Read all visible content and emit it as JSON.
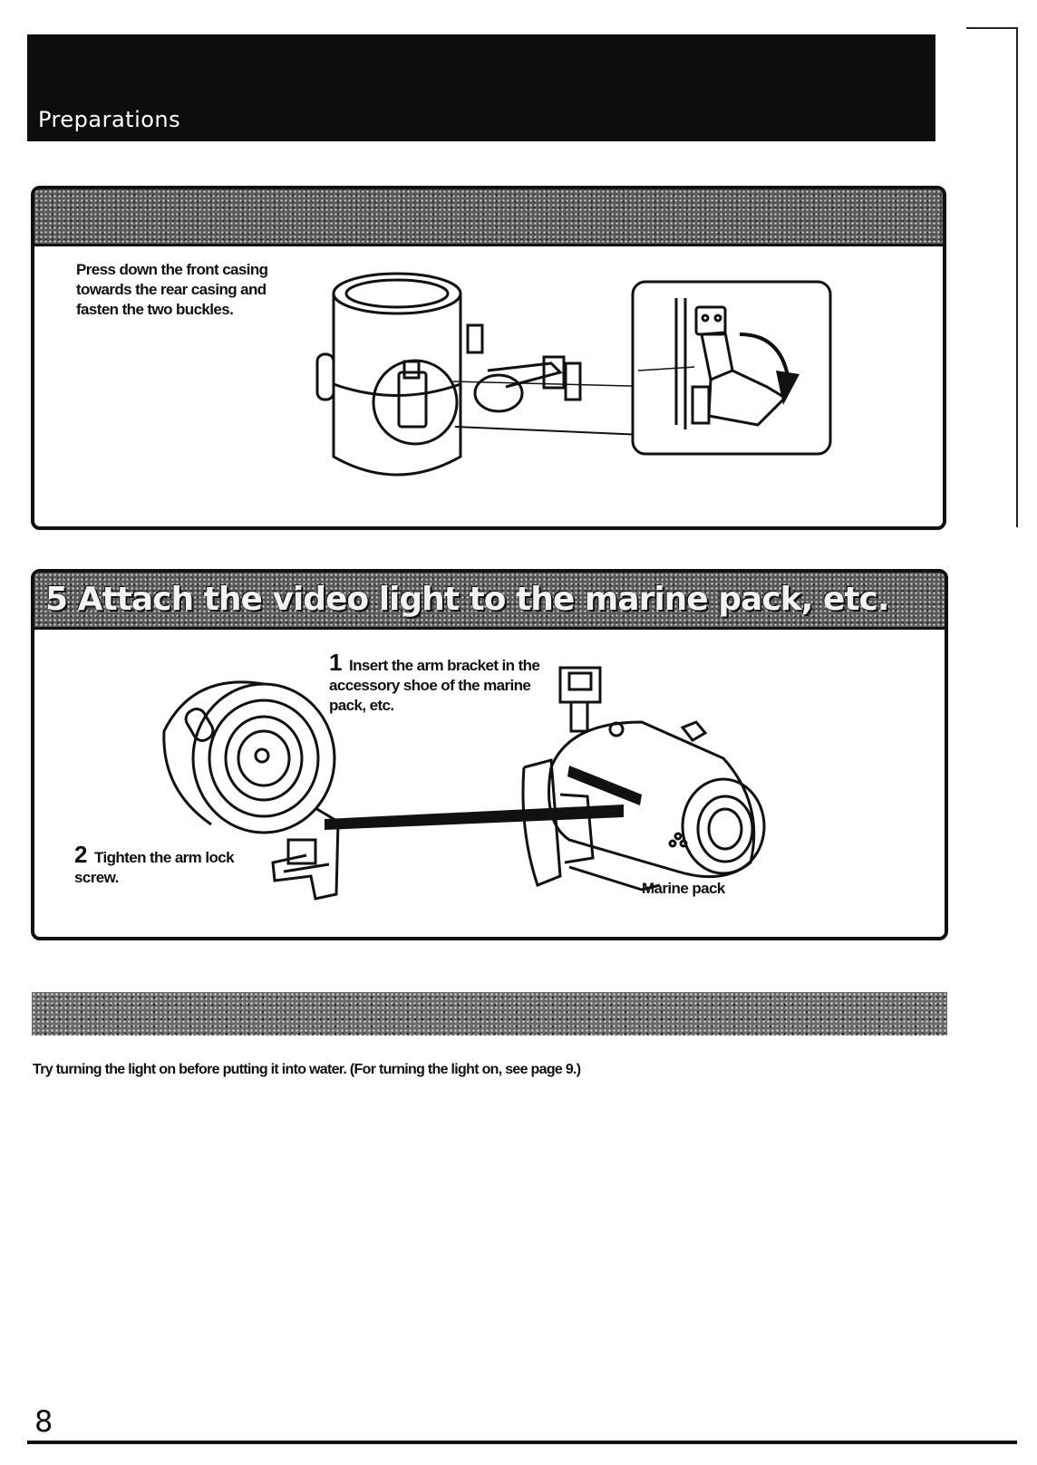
{
  "header": {
    "section_title": "Preparations"
  },
  "step_close": {
    "heading": "",
    "instruction": "Press down the front casing towards the rear casing and fasten the two buckles."
  },
  "step_attach": {
    "heading": "5 Attach the video light to the marine pack, etc.",
    "step1_number": "1",
    "step1_text": "Insert the arm bracket in the accessory shoe of the marine pack, etc.",
    "step2_number": "2",
    "step2_text": "Tighten the arm lock screw.",
    "marine_pack_label": "Marine pack"
  },
  "check_section": {
    "heading": "",
    "note": "Try turning the light on before putting it into water. (For turning the light on, see page 9.)"
  },
  "footer": {
    "page_number": "8"
  }
}
